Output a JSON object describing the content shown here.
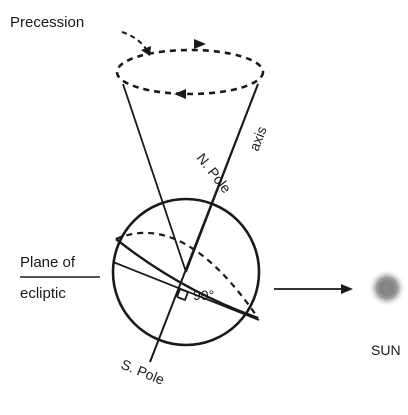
{
  "labels": {
    "precession": "Precession",
    "axis": "axis",
    "north_pole": "N. Pole",
    "south_pole": "S. Pole",
    "plane_line1": "Plane of",
    "plane_line2": "ecliptic",
    "angle": "90°",
    "sun": "SUN"
  },
  "colors": {
    "ink": "#1a1a1a",
    "sun": "#8a8a8a",
    "background": "#ffffff"
  }
}
